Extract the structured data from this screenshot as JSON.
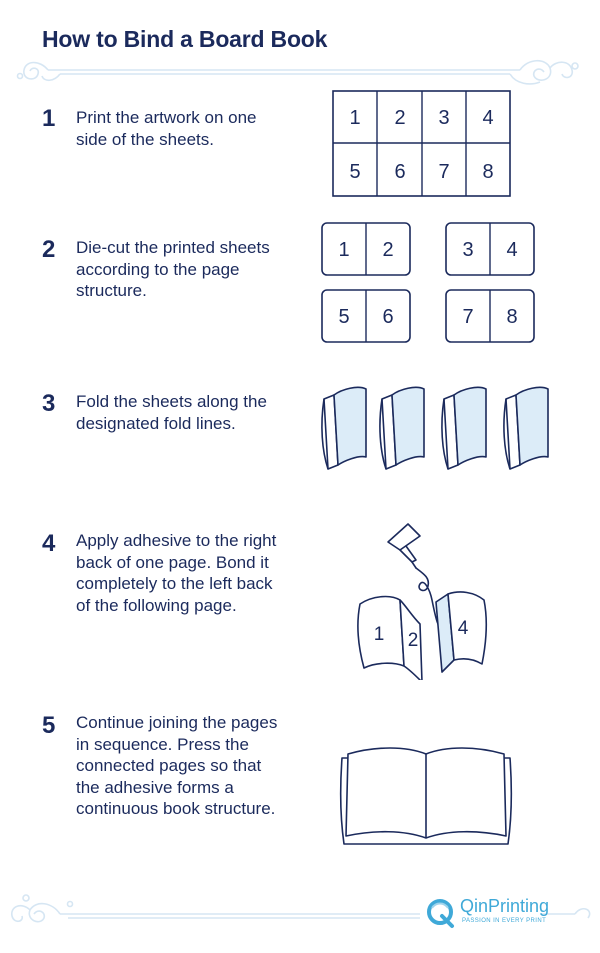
{
  "title": "How to Bind a Board Book",
  "steps": [
    {
      "number": "1",
      "text": "Print the artwork on one side of the sheets."
    },
    {
      "number": "2",
      "text": "Die-cut the printed sheets according to the page structure."
    },
    {
      "number": "3",
      "text": "Fold the sheets along the designated fold lines."
    },
    {
      "number": "4",
      "text": "Apply adhesive to the right back of one page. Bond it completely to the left back of the following page."
    },
    {
      "number": "5",
      "text": "Continue joining the pages in sequence. Press the connected pages so that the adhesive forms a continuous book structure."
    }
  ],
  "illustrations": {
    "sheet_numbers": [
      "1",
      "2",
      "3",
      "4",
      "5",
      "6",
      "7",
      "8"
    ],
    "cut_pages": [
      [
        "1",
        "2"
      ],
      [
        "3",
        "4"
      ],
      [
        "5",
        "6"
      ],
      [
        "7",
        "8"
      ]
    ],
    "bonding_numbers": [
      "1",
      "2",
      "4"
    ]
  },
  "logo": {
    "name": "QinPrinting",
    "tagline": "PASSION IN EVERY PRINT"
  },
  "colors": {
    "navy": "#1b2a5c",
    "light_blue_fill": "#dcecf8",
    "ornament": "#d6e6f3",
    "brand": "#3fa9d8"
  }
}
